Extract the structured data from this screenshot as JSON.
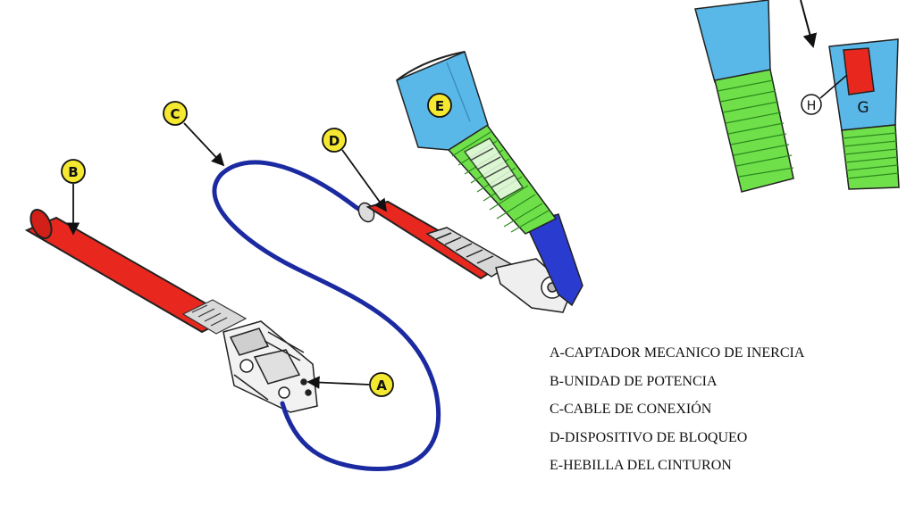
{
  "callouts": {
    "a": "A",
    "b": "B",
    "c": "C",
    "d": "D",
    "e": "E",
    "g": "G",
    "h": "H"
  },
  "legend": [
    "A-CAPTADOR MECANICO DE INERCIA",
    "B-UNIDAD DE POTENCIA",
    "C-CABLE DE CONEXIÓN",
    "D-DISPOSITIVO DE BLOQUEO",
    "E-HEBILLA DEL CINTURON"
  ],
  "colors": {
    "tube_red": "#e8281e",
    "cable_blue": "#1b2aa0",
    "buckle_blue": "#5ab8e8",
    "spring_green": "#6fe04a",
    "callout_yellow": "#f5e830"
  }
}
